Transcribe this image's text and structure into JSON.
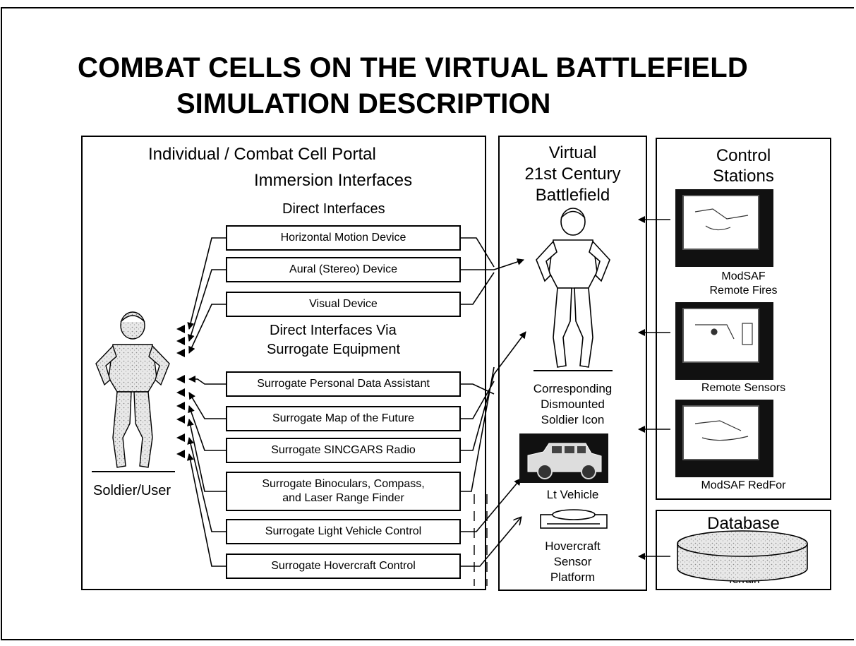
{
  "title": {
    "line1": "COMBAT CELLS ON THE VIRTUAL BATTLEFIELD",
    "line2": "SIMULATION DESCRIPTION"
  },
  "left_panel": {
    "heading1": "Individual / Combat Cell Portal",
    "heading2": "Immersion Interfaces",
    "direct_heading": "Direct Interfaces",
    "surrogate_heading1": "Direct Interfaces Via",
    "surrogate_heading2": "Surrogate Equipment",
    "soldier_label": "Soldier/User",
    "direct_devices": [
      "Horizontal Motion Device",
      "Aural (Stereo) Device",
      "Visual Device"
    ],
    "surrogate_devices": [
      "Surrogate Personal Data Assistant",
      "Surrogate Map of the Future",
      "Surrogate SINCGARS Radio",
      "Surrogate Binoculars, Compass,",
      "and Laser Range Finder",
      "Surrogate Light Vehicle Control",
      "Surrogate Hovercraft Control"
    ]
  },
  "middle_panel": {
    "heading1": "Virtual",
    "heading2": "21st Century",
    "heading3": "Battlefield",
    "icon_label1": "Corresponding",
    "icon_label2": "Dismounted",
    "icon_label3": "Soldier Icon",
    "vehicle_label": "Lt Vehicle",
    "hover_label1": "Hovercraft",
    "hover_label2": "Sensor",
    "hover_label3": "Platform"
  },
  "right_panel": {
    "heading1": "Control",
    "heading2": "Stations",
    "station1_line1": "ModSAF",
    "station1_line2": "Remote Fires",
    "station2": "Remote Sensors",
    "station3": "ModSAF RedFor",
    "db_heading": "Database",
    "db_label": "Terrain"
  }
}
